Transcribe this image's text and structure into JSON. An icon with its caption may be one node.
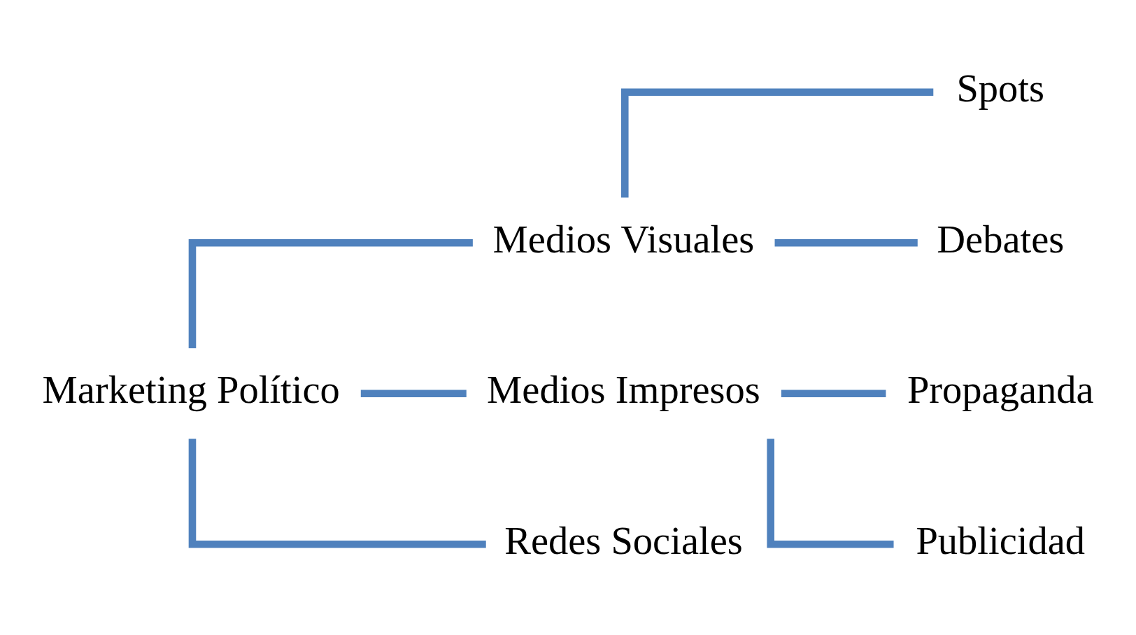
{
  "diagram": {
    "nodes": [
      {
        "text": [
          "Marketing Político"
        ]
      },
      {
        "text": [
          "Medios Visuales"
        ]
      },
      {
        "text": [
          "Medios Impresos"
        ]
      },
      {
        "text": [
          "Redes Sociales"
        ]
      },
      {
        "text": [
          "Spots"
        ]
      },
      {
        "text": [
          "Debates"
        ]
      },
      {
        "text": [
          "Propaganda"
        ]
      },
      {
        "text": [
          "Publicidad"
        ]
      }
    ],
    "edges": [
      {
        "from": 0,
        "to": 1,
        "arrow": "none"
      },
      {
        "from": 0,
        "to": 2,
        "arrow": "none"
      },
      {
        "from": 0,
        "to": 3,
        "arrow": "none"
      },
      {
        "from": 1,
        "to": 4,
        "arrow": "none"
      },
      {
        "from": 1,
        "to": 5,
        "arrow": "none"
      },
      {
        "from": 2,
        "to": 6,
        "arrow": "none"
      },
      {
        "from": 2,
        "to": 7,
        "arrow": "none"
      }
    ]
  }
}
